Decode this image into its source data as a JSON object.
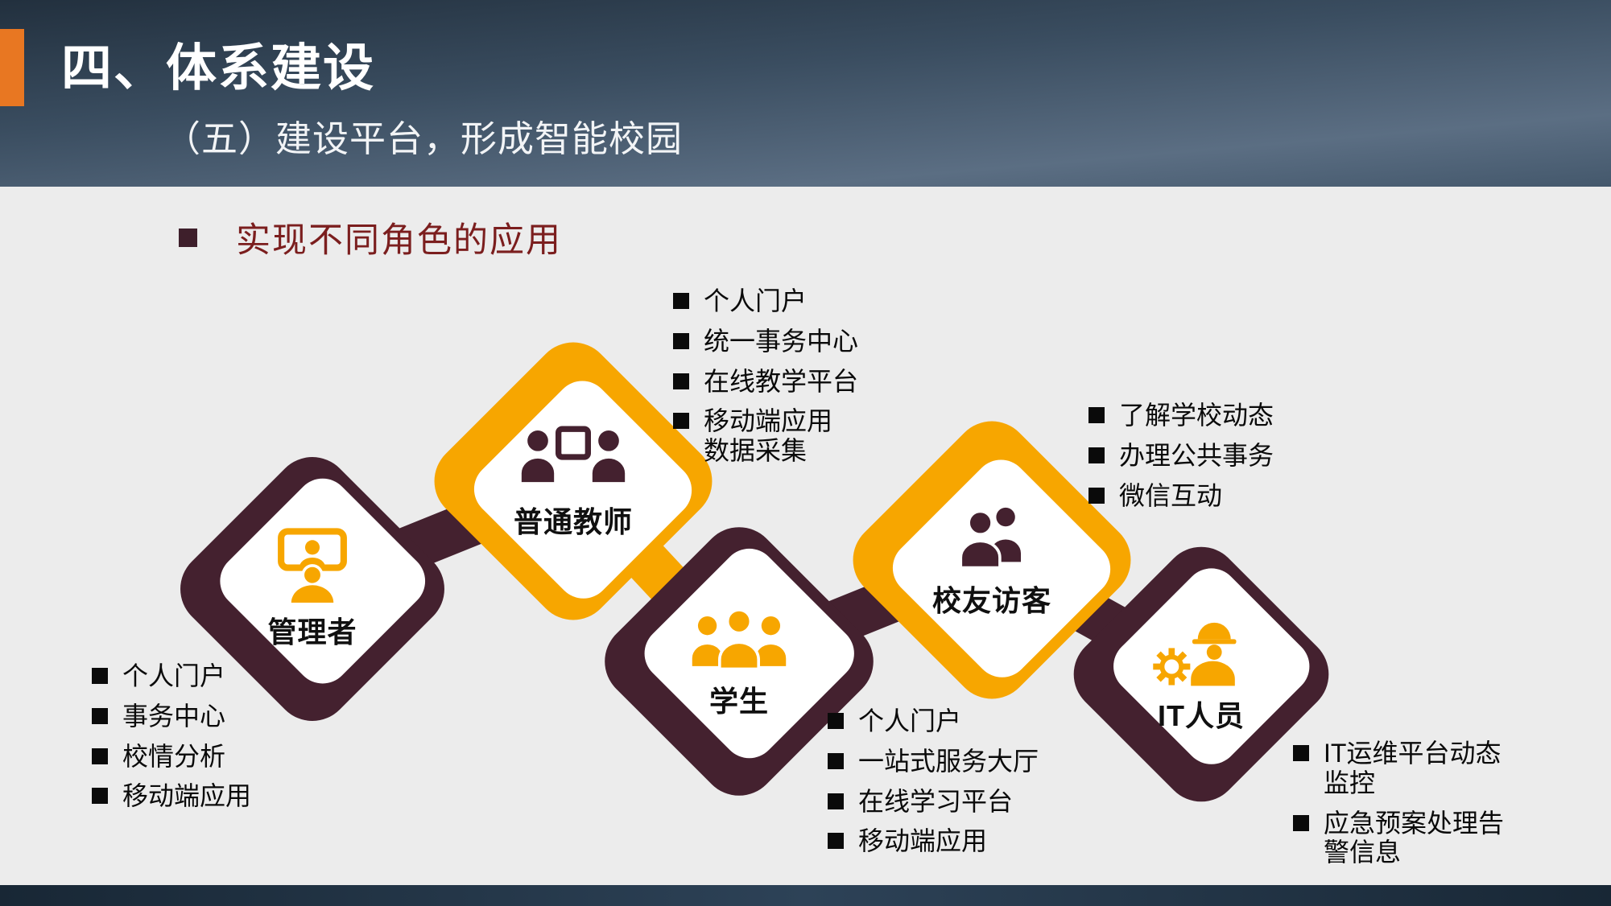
{
  "slide": {
    "title": "四、体系建设",
    "subtitle": "（五）建设平台，形成智能校园",
    "section_heading": "实现不同角色的应用"
  },
  "colors": {
    "accent_orange": "#E87722",
    "diamond_dark": "#44212F",
    "diamond_orange": "#F7A600",
    "heading_red": "#7B1E1E",
    "body_bg": "#ECECEC",
    "header_slate": "#3A4D60"
  },
  "icons": {
    "bullet": "black-square",
    "section_bullet": "dark-maroon-square"
  },
  "roles": [
    {
      "name": "管理者",
      "icon": "admin-presentation-icon",
      "diamond": "dark",
      "items": [
        "个人门户",
        "事务中心",
        "校情分析",
        "移动端应用"
      ]
    },
    {
      "name": "普通教师",
      "icon": "teachers-pair-icon",
      "diamond": "orange",
      "items": [
        "个人门户",
        "统一事务中心",
        "在线教学平台",
        "移动端应用\n数据采集"
      ]
    },
    {
      "name": "学生",
      "icon": "students-group-icon",
      "diamond": "dark",
      "items": [
        "个人门户",
        "一站式服务大厅",
        "在线学习平台",
        "移动端应用"
      ]
    },
    {
      "name": "校友访客",
      "icon": "visitors-pair-icon",
      "diamond": "orange",
      "items": [
        "了解学校动态",
        "办理公共事务",
        "微信互动"
      ]
    },
    {
      "name": "IT人员",
      "icon": "it-worker-gear-icon",
      "diamond": "dark",
      "items": [
        "IT运维平台动态\n监控",
        "应急预案处理告\n警信息"
      ]
    }
  ]
}
